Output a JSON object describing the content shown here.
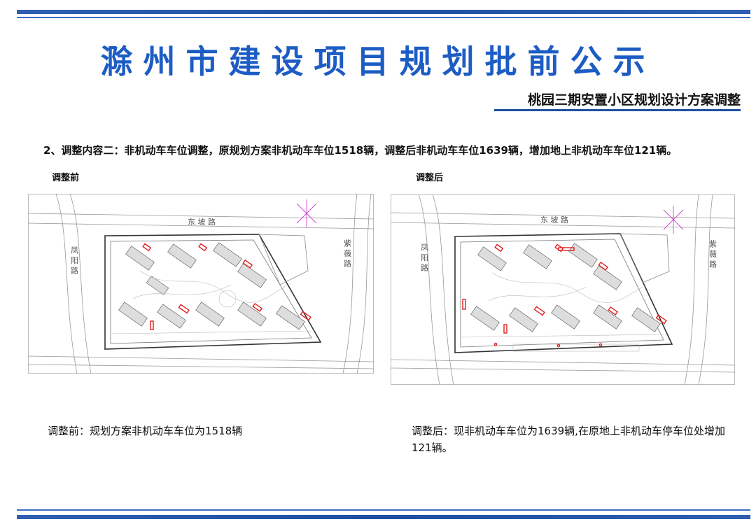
{
  "header": {
    "title": "滁州市建设项目规划批前公示",
    "subtitle": "桃园三期安置小区规划设计方案调整"
  },
  "content": {
    "description": "2、调整内容二：非机动车车位调整，原规划方案非机动车车位1518辆，调整后非机动车车位1639辆，增加地上非机动车车位121辆。"
  },
  "panels": [
    {
      "label": "调整前",
      "caption": "调整前：规划方案非机动车车位为1518辆",
      "road_labels": {
        "top": "东 坡 路",
        "left": "凤 阳 路",
        "right": "紫 薇 路"
      }
    },
    {
      "label": "调整后",
      "caption": "调整后：现非机动车车位为1639辆,在原地上非机动车停车位处增加121辆。",
      "road_labels": {
        "top": "东 坡 路",
        "left": "凤 阳 路",
        "right": "紫 薇 路"
      }
    }
  ],
  "colors": {
    "title_blue": "#1d5cc4",
    "band_blue": "#1f4fa0",
    "parking_red": "#e02020",
    "compass_magenta": "#d040d0"
  }
}
